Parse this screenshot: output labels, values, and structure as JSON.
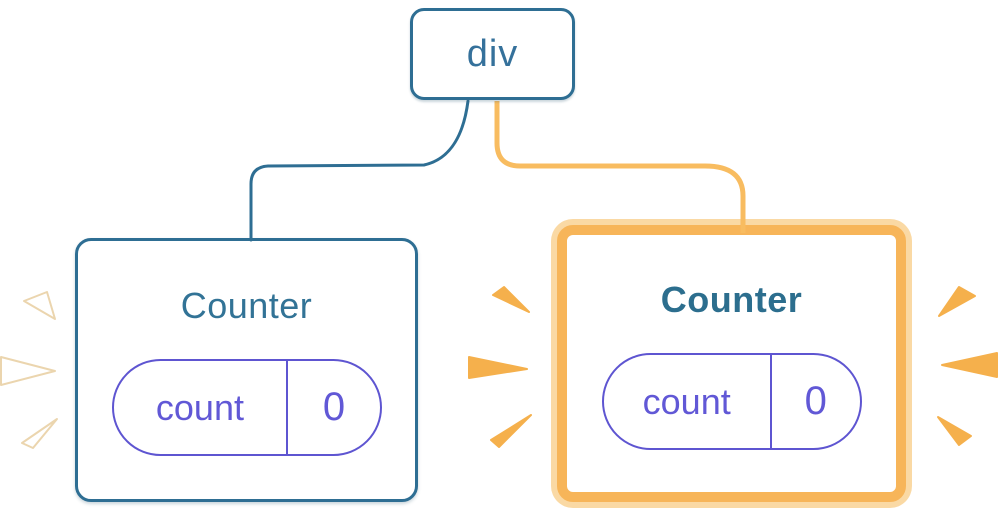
{
  "diagram": {
    "root": {
      "label": "div"
    },
    "children": [
      {
        "title": "Counter",
        "state": {
          "name": "count",
          "value": "0"
        },
        "highlighted": false
      },
      {
        "title": "Counter",
        "state": {
          "name": "count",
          "value": "0"
        },
        "highlighted": true
      }
    ]
  },
  "colors": {
    "steel-blue": "#2E6E93",
    "text-blue": "#35719B",
    "title-left": "#327396",
    "title-right": "#2C6E8E",
    "indigo": "#5E55D1",
    "indigo-text": "#6158D6",
    "orange-border": "#F7B559",
    "orange-pale": "#FAD9A4",
    "orange-core": "#F8BC60",
    "orange-spark": "#F5B04C",
    "spark-outline": "#EBD5AE"
  }
}
